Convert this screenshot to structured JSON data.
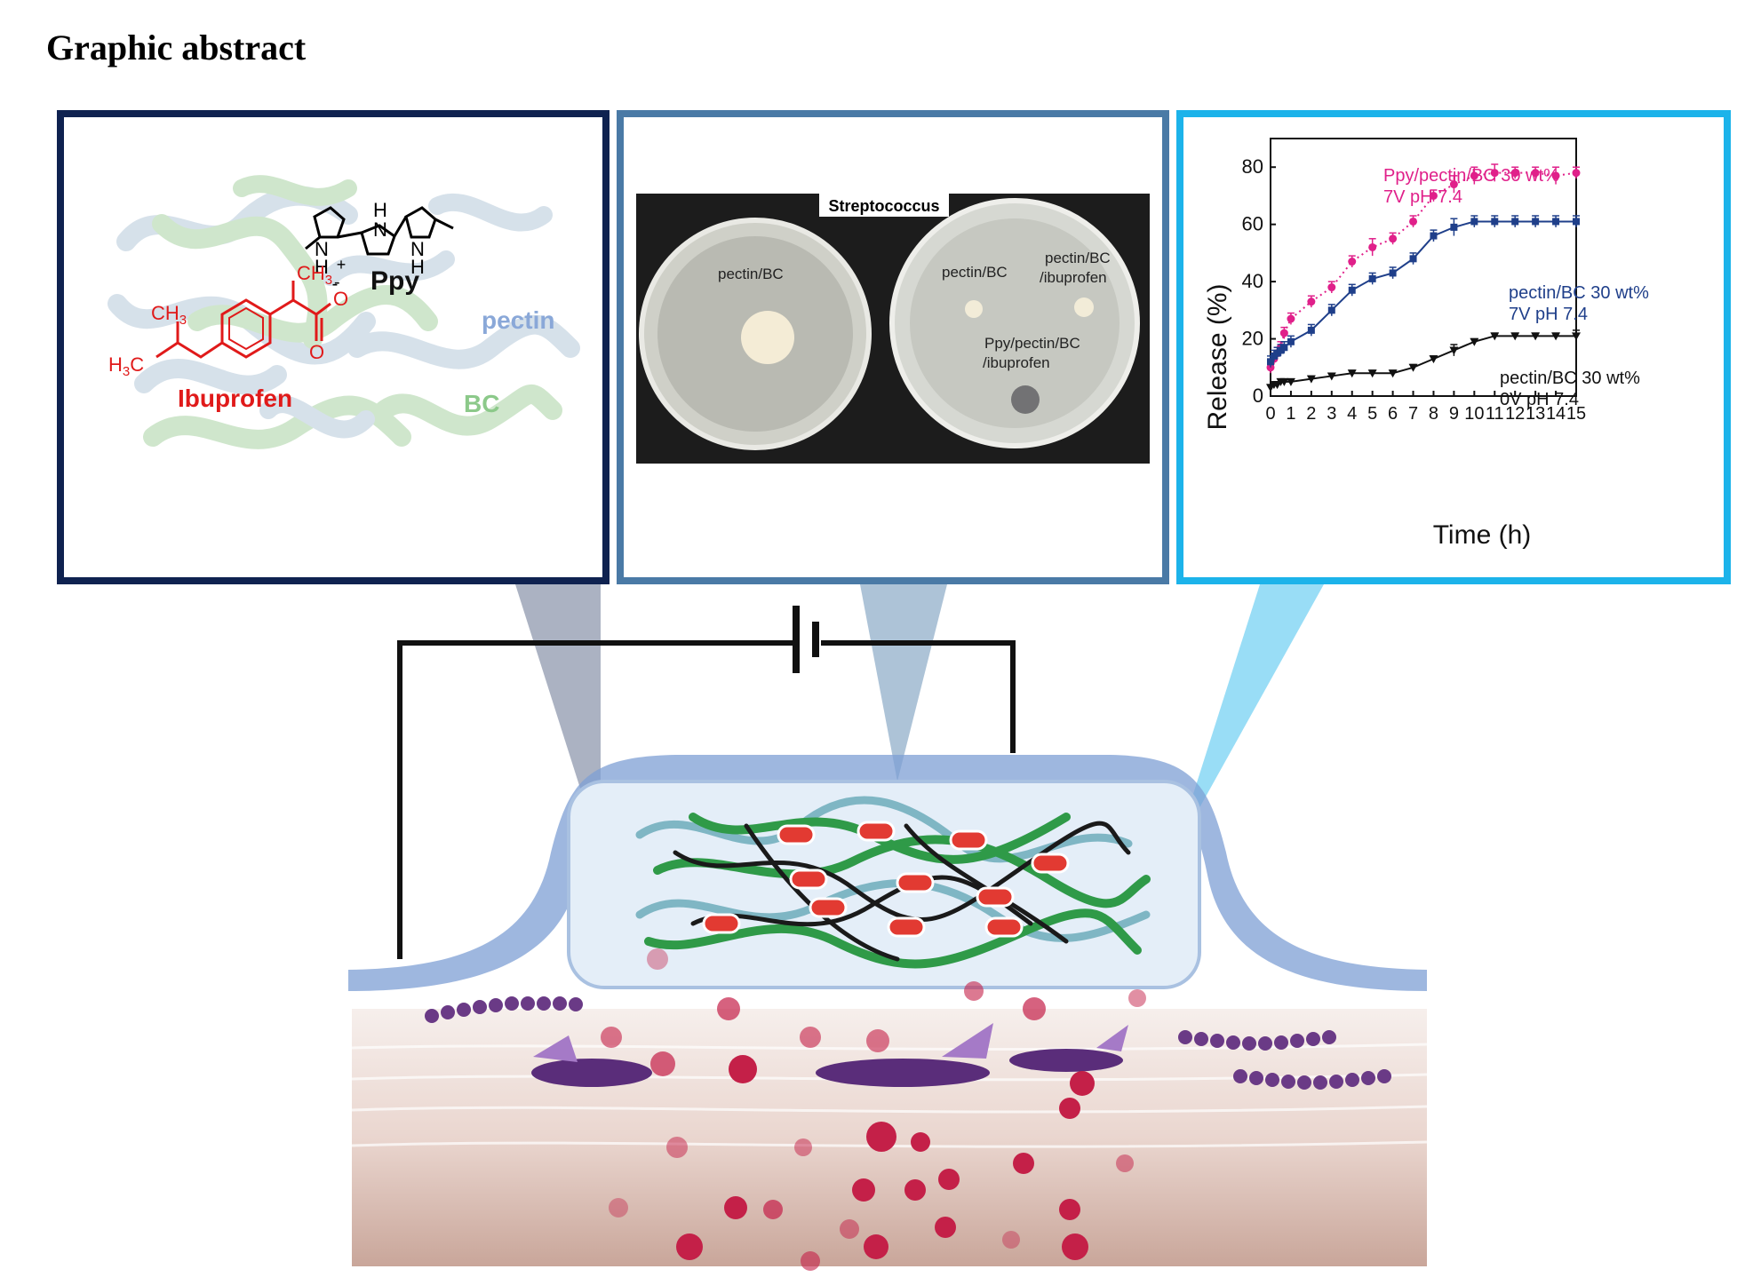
{
  "title": "Graphic abstract",
  "chem_panel": {
    "ppy_label": "Ppy",
    "pectin_label": "pectin",
    "bc_label": "BC",
    "ibuprofen_label": "Ibuprofen",
    "atoms": {
      "nh_top": "H",
      "n_top": "N",
      "n_left": "N",
      "h_left": "H",
      "n_right": "N",
      "h_right": "H",
      "plus": "+",
      "minus": "-",
      "o1": "O",
      "o2": "O",
      "ch3_a": "CH",
      "ch3_b": "CH",
      "h3c": "H",
      "sub3": "3",
      "c": "C"
    }
  },
  "petri_panel": {
    "header": "Streptococcus",
    "left_dish_label": "pectin/BC",
    "right_dish_labels": [
      "pectin/BC",
      "pectin/BC",
      "/ibuprofen",
      "Ppy/pectin/BC",
      "/ibuprofen"
    ]
  },
  "release_panel": {
    "legend": {
      "ppy_line1": "Ppy/pectin/BC 30 wt%",
      "ppy_line2": "7V pH 7.4",
      "pb7_line1": "pectin/BC 30 wt%",
      "pb7_line2": "7V pH 7.4",
      "pb0_line1": "pectin/BC 30 wt%",
      "pb0_line2": "0V pH 7.4"
    }
  },
  "chart_data": {
    "type": "line",
    "xlabel": "Time (h)",
    "ylabel": "Release (%)",
    "xlim": [
      0,
      15
    ],
    "ylim": [
      0,
      90
    ],
    "xticks": [
      0,
      1,
      2,
      3,
      4,
      5,
      6,
      7,
      8,
      9,
      10,
      11,
      12,
      13,
      14,
      15
    ],
    "yticks": [
      0,
      20,
      40,
      60,
      80
    ],
    "series": [
      {
        "name": "Ppy/pectin/BC 30 wt% 7V pH 7.4",
        "color": "#e0208a",
        "style": "dotted",
        "marker": "circle",
        "x": [
          0,
          0.17,
          0.33,
          0.5,
          0.67,
          1,
          2,
          3,
          4,
          5,
          6,
          7,
          8,
          9,
          10,
          11,
          12,
          13,
          14,
          15
        ],
        "y": [
          10,
          13,
          15,
          17,
          22,
          27,
          33,
          38,
          47,
          52,
          55,
          61,
          70,
          74,
          77,
          78,
          78,
          78,
          77,
          78
        ],
        "err": [
          2,
          2,
          2,
          2,
          2,
          2,
          2,
          2,
          2,
          3,
          2,
          2,
          2,
          3,
          3,
          3,
          2,
          2,
          3,
          2
        ]
      },
      {
        "name": "pectin/BC 30 wt% 7V pH 7.4",
        "color": "#1f3f8a",
        "style": "solid",
        "marker": "square",
        "x": [
          0,
          0.17,
          0.33,
          0.5,
          0.67,
          1,
          2,
          3,
          4,
          5,
          6,
          7,
          8,
          9,
          10,
          11,
          12,
          13,
          14,
          15
        ],
        "y": [
          12,
          14,
          15,
          16,
          17,
          19,
          23,
          30,
          37,
          41,
          43,
          48,
          56,
          59,
          61,
          61,
          61,
          61,
          61,
          61
        ],
        "err": [
          2,
          2,
          2,
          2,
          2,
          2,
          2,
          2,
          2,
          2,
          2,
          2,
          2,
          3,
          2,
          2,
          2,
          2,
          2,
          2
        ]
      },
      {
        "name": "pectin/BC 30 wt% 0V pH 7.4",
        "color": "#111111",
        "style": "solid",
        "marker": "triangle-down",
        "x": [
          0,
          0.17,
          0.33,
          0.5,
          0.67,
          1,
          2,
          3,
          4,
          5,
          6,
          7,
          8,
          9,
          10,
          11,
          12,
          13,
          14,
          15
        ],
        "y": [
          3,
          4,
          4,
          5,
          5,
          5,
          6,
          7,
          8,
          8,
          8,
          10,
          13,
          16,
          19,
          21,
          21,
          21,
          21,
          21
        ],
        "err": [
          1,
          1,
          1,
          1,
          1,
          1,
          1,
          1,
          1,
          1,
          1,
          1,
          1,
          2,
          1,
          1,
          1,
          1,
          1,
          2
        ]
      }
    ]
  },
  "colors": {
    "navy_border": "#0f2250",
    "steel_border": "#4a7aa6",
    "cyan_border": "#1cb3ea",
    "ibuprofen_red": "#e01a1a",
    "pectin_blue": "#8aa8d8",
    "bc_green": "#8cc98a"
  }
}
